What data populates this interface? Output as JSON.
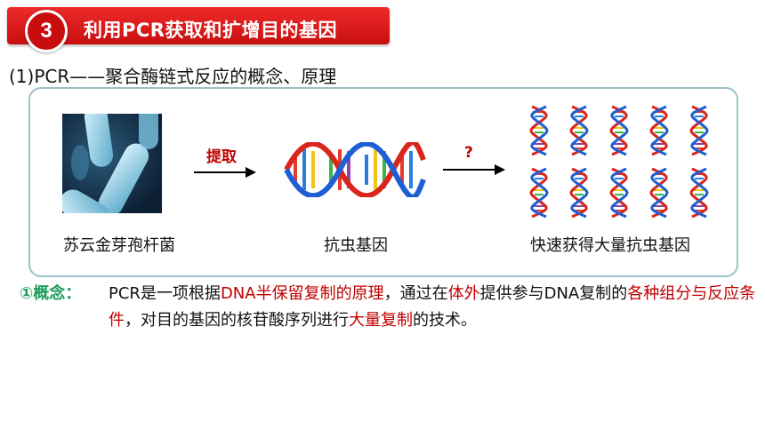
{
  "header": {
    "number": "3",
    "title": "利用PCR获取和扩增目的基因"
  },
  "section_heading": "(1)PCR——聚合酶链式反应的概念、原理",
  "diagram": {
    "captions": {
      "bacterium": "苏云金芽孢杆菌",
      "gene": "抗虫基因",
      "amplified": "快速获得大量抗虫基因"
    },
    "arrow1_label": "提取",
    "arrow2_label": "?"
  },
  "concept": {
    "label": "①概念：",
    "parts": [
      {
        "text": "PCR是一项根据",
        "red": false
      },
      {
        "text": "DNA半保留复制的原理",
        "red": true
      },
      {
        "text": "，通过在",
        "red": false
      },
      {
        "text": "体外",
        "red": true
      },
      {
        "text": "提供参与DNA复制的",
        "red": false
      },
      {
        "text": "各种组分与反应条件",
        "red": true
      },
      {
        "text": "，对目的基因的核苷酸序列进行",
        "red": false
      },
      {
        "text": "大量复制",
        "red": true
      },
      {
        "text": "的技术。",
        "red": false
      }
    ]
  },
  "colors": {
    "banner_red": "#e11d1d",
    "accent_red": "#c00000",
    "concept_green": "#1a9c5a",
    "panel_border": "#9cc3c8"
  }
}
